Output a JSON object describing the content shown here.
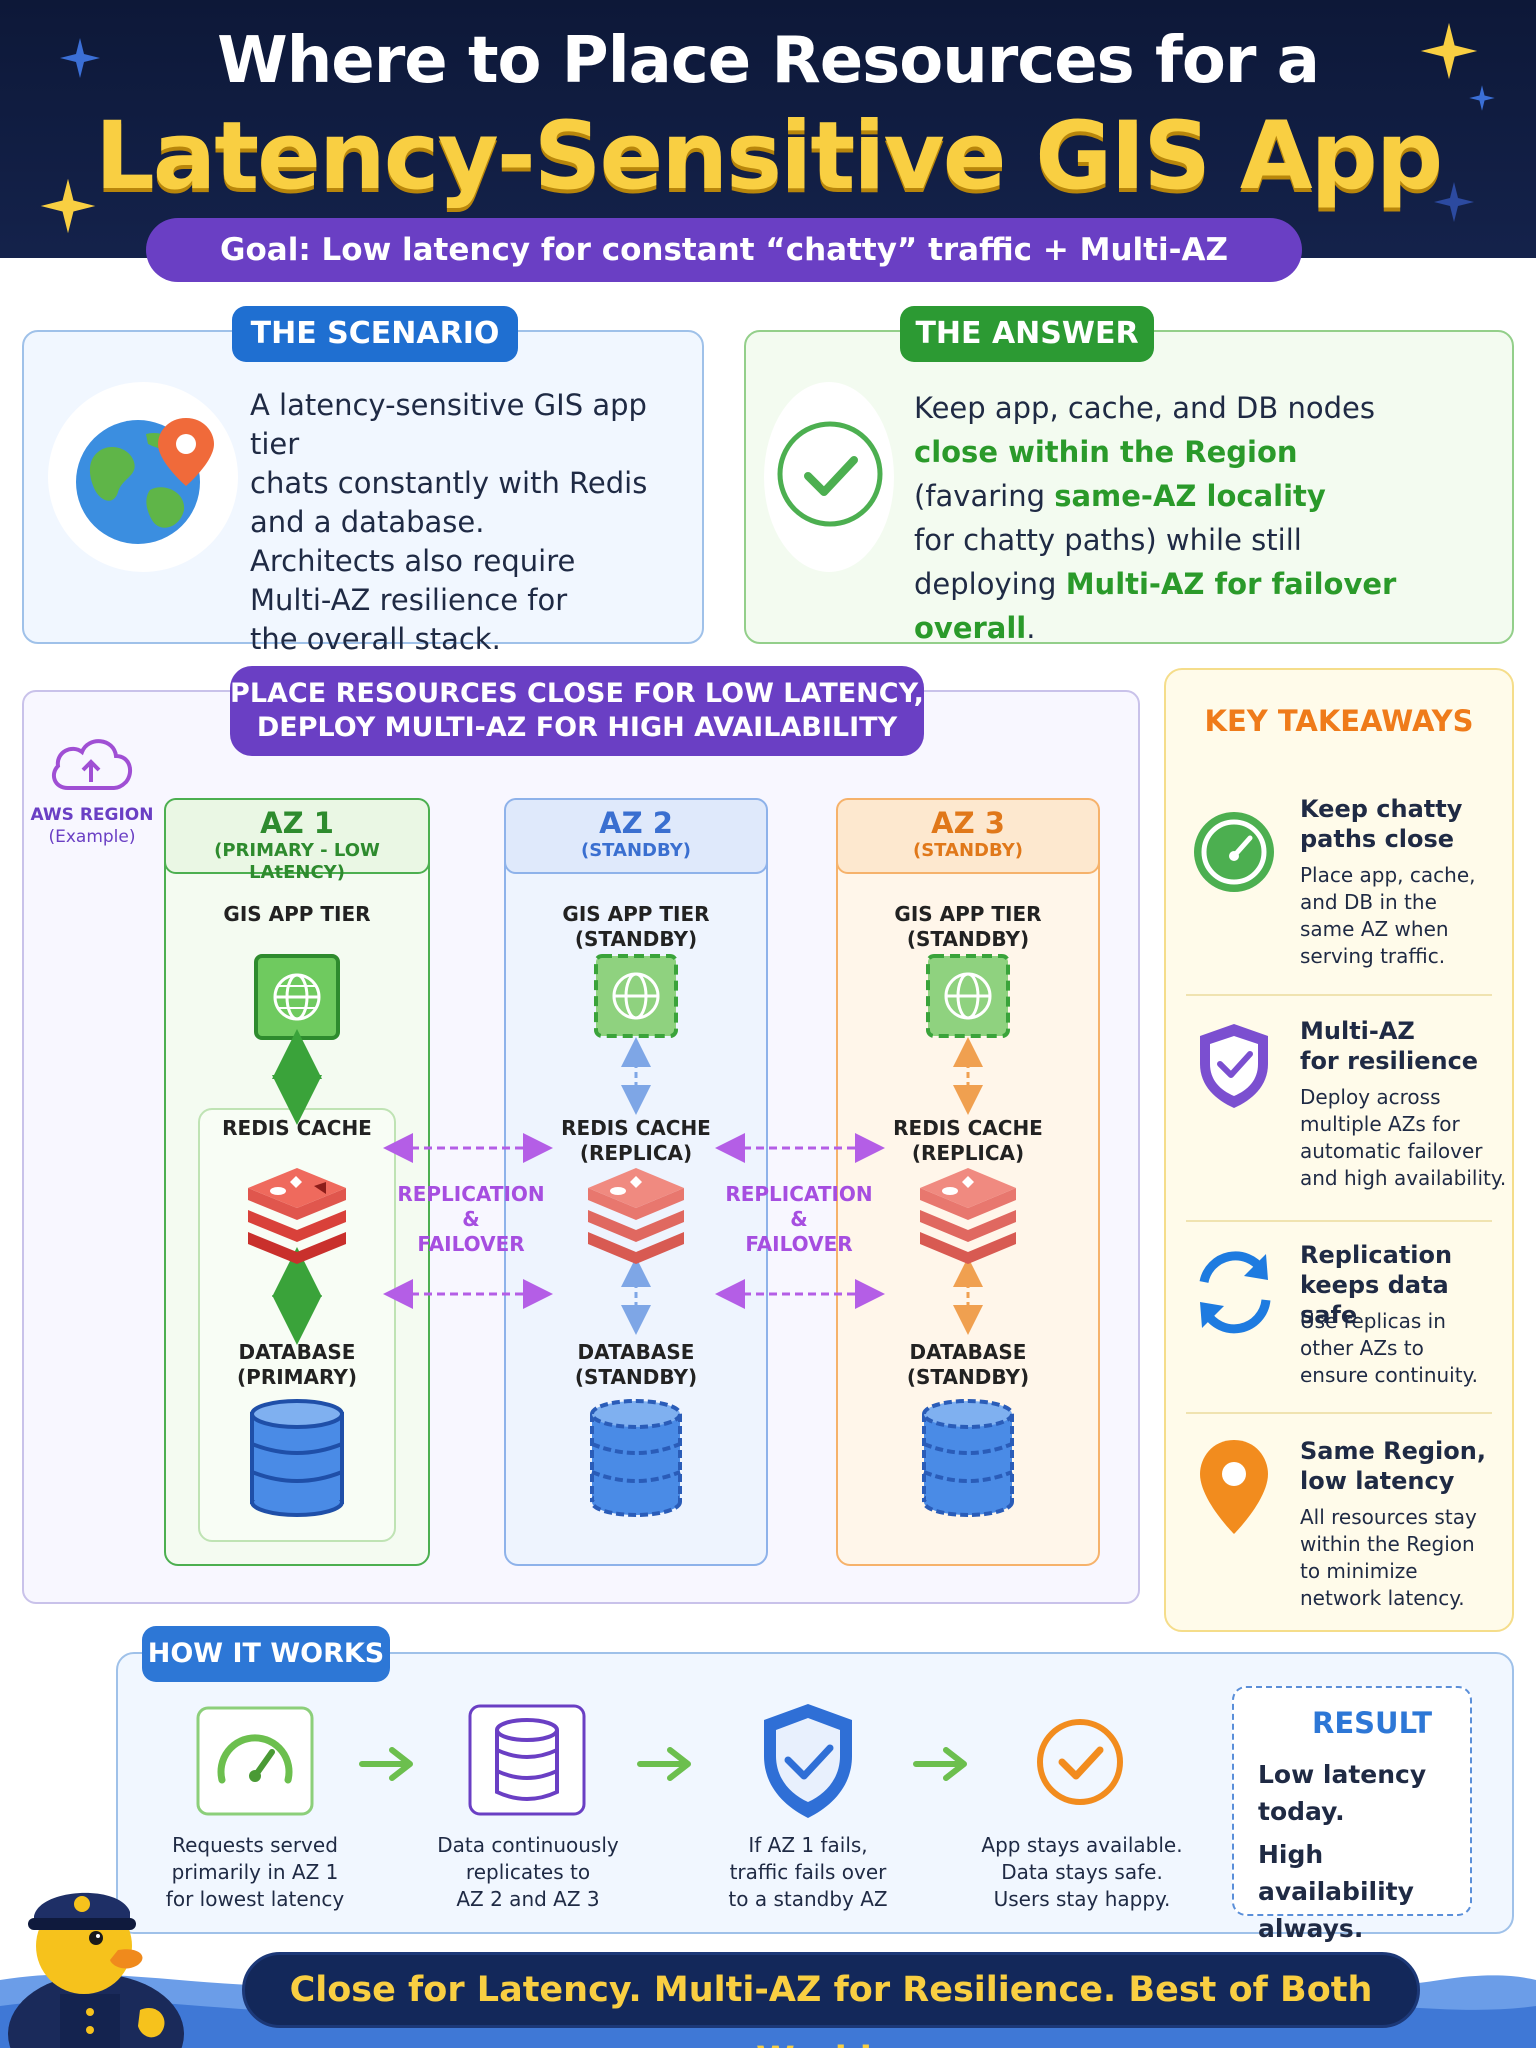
{
  "header": {
    "title_line1": "Where to Place Resources for a",
    "title_line2": "Latency-Sensitive GIS App",
    "goal": "Goal: Low latency for constant “chatty” traffic + Multi-AZ resilience"
  },
  "scenario": {
    "tab": "THE SCENARIO",
    "icon": "globe-pin-icon",
    "lines": [
      "A latency-sensitive GIS app tier",
      "chats constantly with Redis",
      "and a database.",
      "Architects also require",
      "Multi-AZ resilience for",
      "the overall stack."
    ]
  },
  "answer": {
    "tab": "THE ANSWER",
    "icon": "check-circle-icon",
    "line1": "Keep app, cache, and DB nodes",
    "line2": "close within the Region",
    "line3_pre": "(favaring ",
    "line3_hl": "same-AZ locality",
    "line4": "for chatty paths) while still",
    "line5_pre": "deploying ",
    "line5_hl": "Multi-AZ for failover overall",
    "line5_post": "."
  },
  "diagram": {
    "banner_line1": "PLACE RESOURCES CLOSE FOR LOW LATENCY,",
    "banner_line2": "DEPLOY MULTI-AZ FOR HIGH AVAILABILITY",
    "region_label": "AWS REGION",
    "region_sub": "(Example)",
    "azs": [
      {
        "title": "AZ 1",
        "subtitle": "(PRIMARY - LOW LAtENCY)",
        "app_label": "GIS APP TIER",
        "app_sub": "",
        "cache_label": "REDIS CACHE",
        "cache_sub": "",
        "db_label": "DATABASE",
        "db_sub": "(PRIMARY)",
        "color": "#3aa33a"
      },
      {
        "title": "AZ 2",
        "subtitle": "(STANDBY)",
        "app_label": "GIS APP TIER",
        "app_sub": "(STANDBY)",
        "cache_label": "REDIS CACHE",
        "cache_sub": "(REPLICA)",
        "db_label": "DATABASE",
        "db_sub": "(STANDBY)",
        "color": "#4a7fd8"
      },
      {
        "title": "AZ 3",
        "subtitle": "(STANDBY)",
        "app_label": "GIS APP TIER",
        "app_sub": "(STANDBY)",
        "cache_label": "REDIS CACHE",
        "cache_sub": "(REPLICA)",
        "db_label": "DATABASE",
        "db_sub": "(STANDBY)",
        "color": "#f0902a"
      }
    ],
    "replication": [
      "REPLICATION",
      "&",
      "FAILOVER"
    ]
  },
  "takeaways": {
    "title": "KEY TAKEAWAYS",
    "items": [
      {
        "icon": "speedometer-icon",
        "title1": "Keep chatty",
        "title2": "paths close",
        "text": [
          "Place app, cache,",
          "and DB in the",
          "same AZ when",
          "serving traffic."
        ]
      },
      {
        "icon": "shield-check-icon",
        "title1": "Multi-AZ",
        "title2": "for resilience",
        "text": [
          "Deploy across",
          "multiple AZs for",
          "automatic failover",
          "and high availability."
        ]
      },
      {
        "icon": "sync-arrows-icon",
        "title1": "Replication",
        "title2": "keeps data safe",
        "text": [
          "Use replicas in",
          "other AZs to",
          "ensure continuity."
        ]
      },
      {
        "icon": "location-pin-icon",
        "title1": "Same Region,",
        "title2": "low latency",
        "text": [
          "All resources stay",
          "within the Region",
          "to minimize",
          "network latency."
        ]
      }
    ]
  },
  "how": {
    "tab": "HOW IT WORKS",
    "steps": [
      {
        "icon": "speedometer-icon",
        "text": [
          "Requests served",
          "primarily in AZ 1",
          "for lowest latency"
        ]
      },
      {
        "icon": "database-icon",
        "text": [
          "Data continuously",
          "replicates to",
          "AZ 2 and AZ 3"
        ]
      },
      {
        "icon": "shield-check-icon",
        "text": [
          "If AZ 1 fails,",
          "traffic fails over",
          "to a standby AZ"
        ]
      },
      {
        "icon": "check-circle-icon",
        "text": [
          "App stays available.",
          "Data stays safe.",
          "Users stay happy."
        ]
      }
    ],
    "result_title": "RESULT",
    "result_lines": [
      "Low latency",
      "today.",
      "High availability",
      "always."
    ]
  },
  "footer": "Close for Latency. Multi-AZ for Resilience. Best of Both Worlds."
}
